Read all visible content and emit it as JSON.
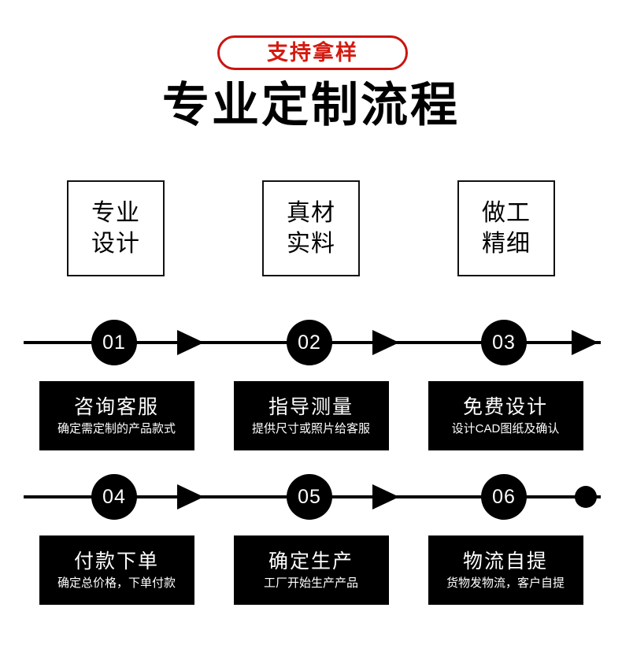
{
  "badge": {
    "text": "支持拿样",
    "border_color": "#cb140f",
    "text_color": "#d41a10"
  },
  "headline": {
    "text": "专业定制流程",
    "color": "#000000"
  },
  "features": [
    {
      "line1": "专业",
      "line2": "设计"
    },
    {
      "line1": "真材",
      "line2": "实料"
    },
    {
      "line1": "做工",
      "line2": "精细"
    }
  ],
  "rows": [
    {
      "nodes": [
        "01",
        "02",
        "03"
      ],
      "terminator": "arrow",
      "cards": [
        {
          "title": "咨询客服",
          "sub": "确定需定制的产品款式"
        },
        {
          "title": "指导测量",
          "sub": "提供尺寸或照片给客服"
        },
        {
          "title": "免费设计",
          "sub": "设计CAD图纸及确认"
        }
      ]
    },
    {
      "nodes": [
        "04",
        "05",
        "06"
      ],
      "terminator": "dot",
      "cards": [
        {
          "title": "付款下单",
          "sub": "确定总价格，下单付款"
        },
        {
          "title": "确定生产",
          "sub": "工厂开始生产产品"
        },
        {
          "title": "物流自提",
          "sub": "货物发物流，客户自提"
        }
      ]
    }
  ],
  "colors": {
    "background": "#ffffff",
    "ink": "#000000",
    "accent_red": "#cb140f",
    "card_bg": "#000000",
    "card_text": "#ffffff"
  }
}
